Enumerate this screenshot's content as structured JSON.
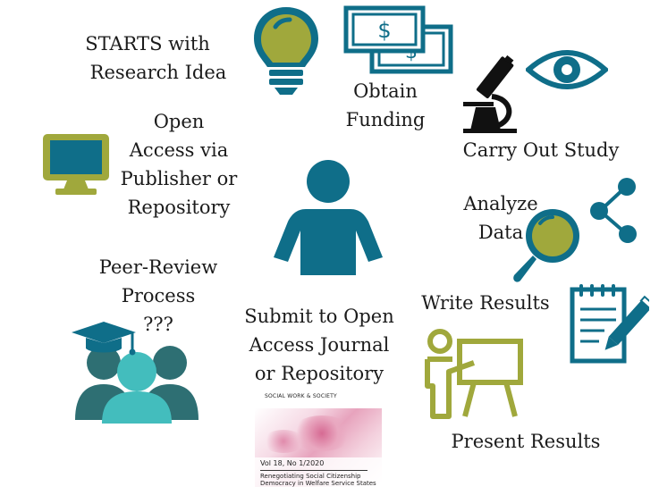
{
  "colors": {
    "teal": "#0f6e89",
    "olive": "#a0a83c",
    "black": "#111111",
    "dark_teal": "#2e6f73",
    "light_teal": "#43bdbd"
  },
  "labels": {
    "starts": [
      "STARTS with",
      "Research Idea"
    ],
    "funding": [
      "Obtain",
      "Funding"
    ],
    "carry_out": [
      "Carry Out Study"
    ],
    "open_access": [
      "Open",
      "Access via",
      "Publisher or",
      "Repository"
    ],
    "analyze": [
      "Analyze",
      "Data"
    ],
    "peer_review": [
      "Peer-Review",
      "Process",
      "???"
    ],
    "submit": [
      "Submit to Open",
      "Access Journal",
      "or Repository"
    ],
    "write": [
      "Write Results"
    ],
    "present": [
      "Present Results"
    ]
  },
  "icons": {
    "bulb": "lightbulb-icon",
    "money": "dollar-bills-icon",
    "microscope": "microscope-icon",
    "eye": "eye-icon",
    "monitor": "computer-monitor-icon",
    "person": "person-icon",
    "magnifier": "magnifying-glass-icon",
    "share": "share-nodes-icon",
    "group": "graduate-group-icon",
    "notepad": "notepad-pencil-icon",
    "presenter": "presenter-board-icon"
  },
  "journal_cover": {
    "header": "SOCIAL WORK & SOCIETY",
    "volume": "Vol 18, No 1/2020",
    "title_lines": [
      "Renegotiating Social Citizenship",
      "Democracy in Welfare Service States"
    ]
  }
}
